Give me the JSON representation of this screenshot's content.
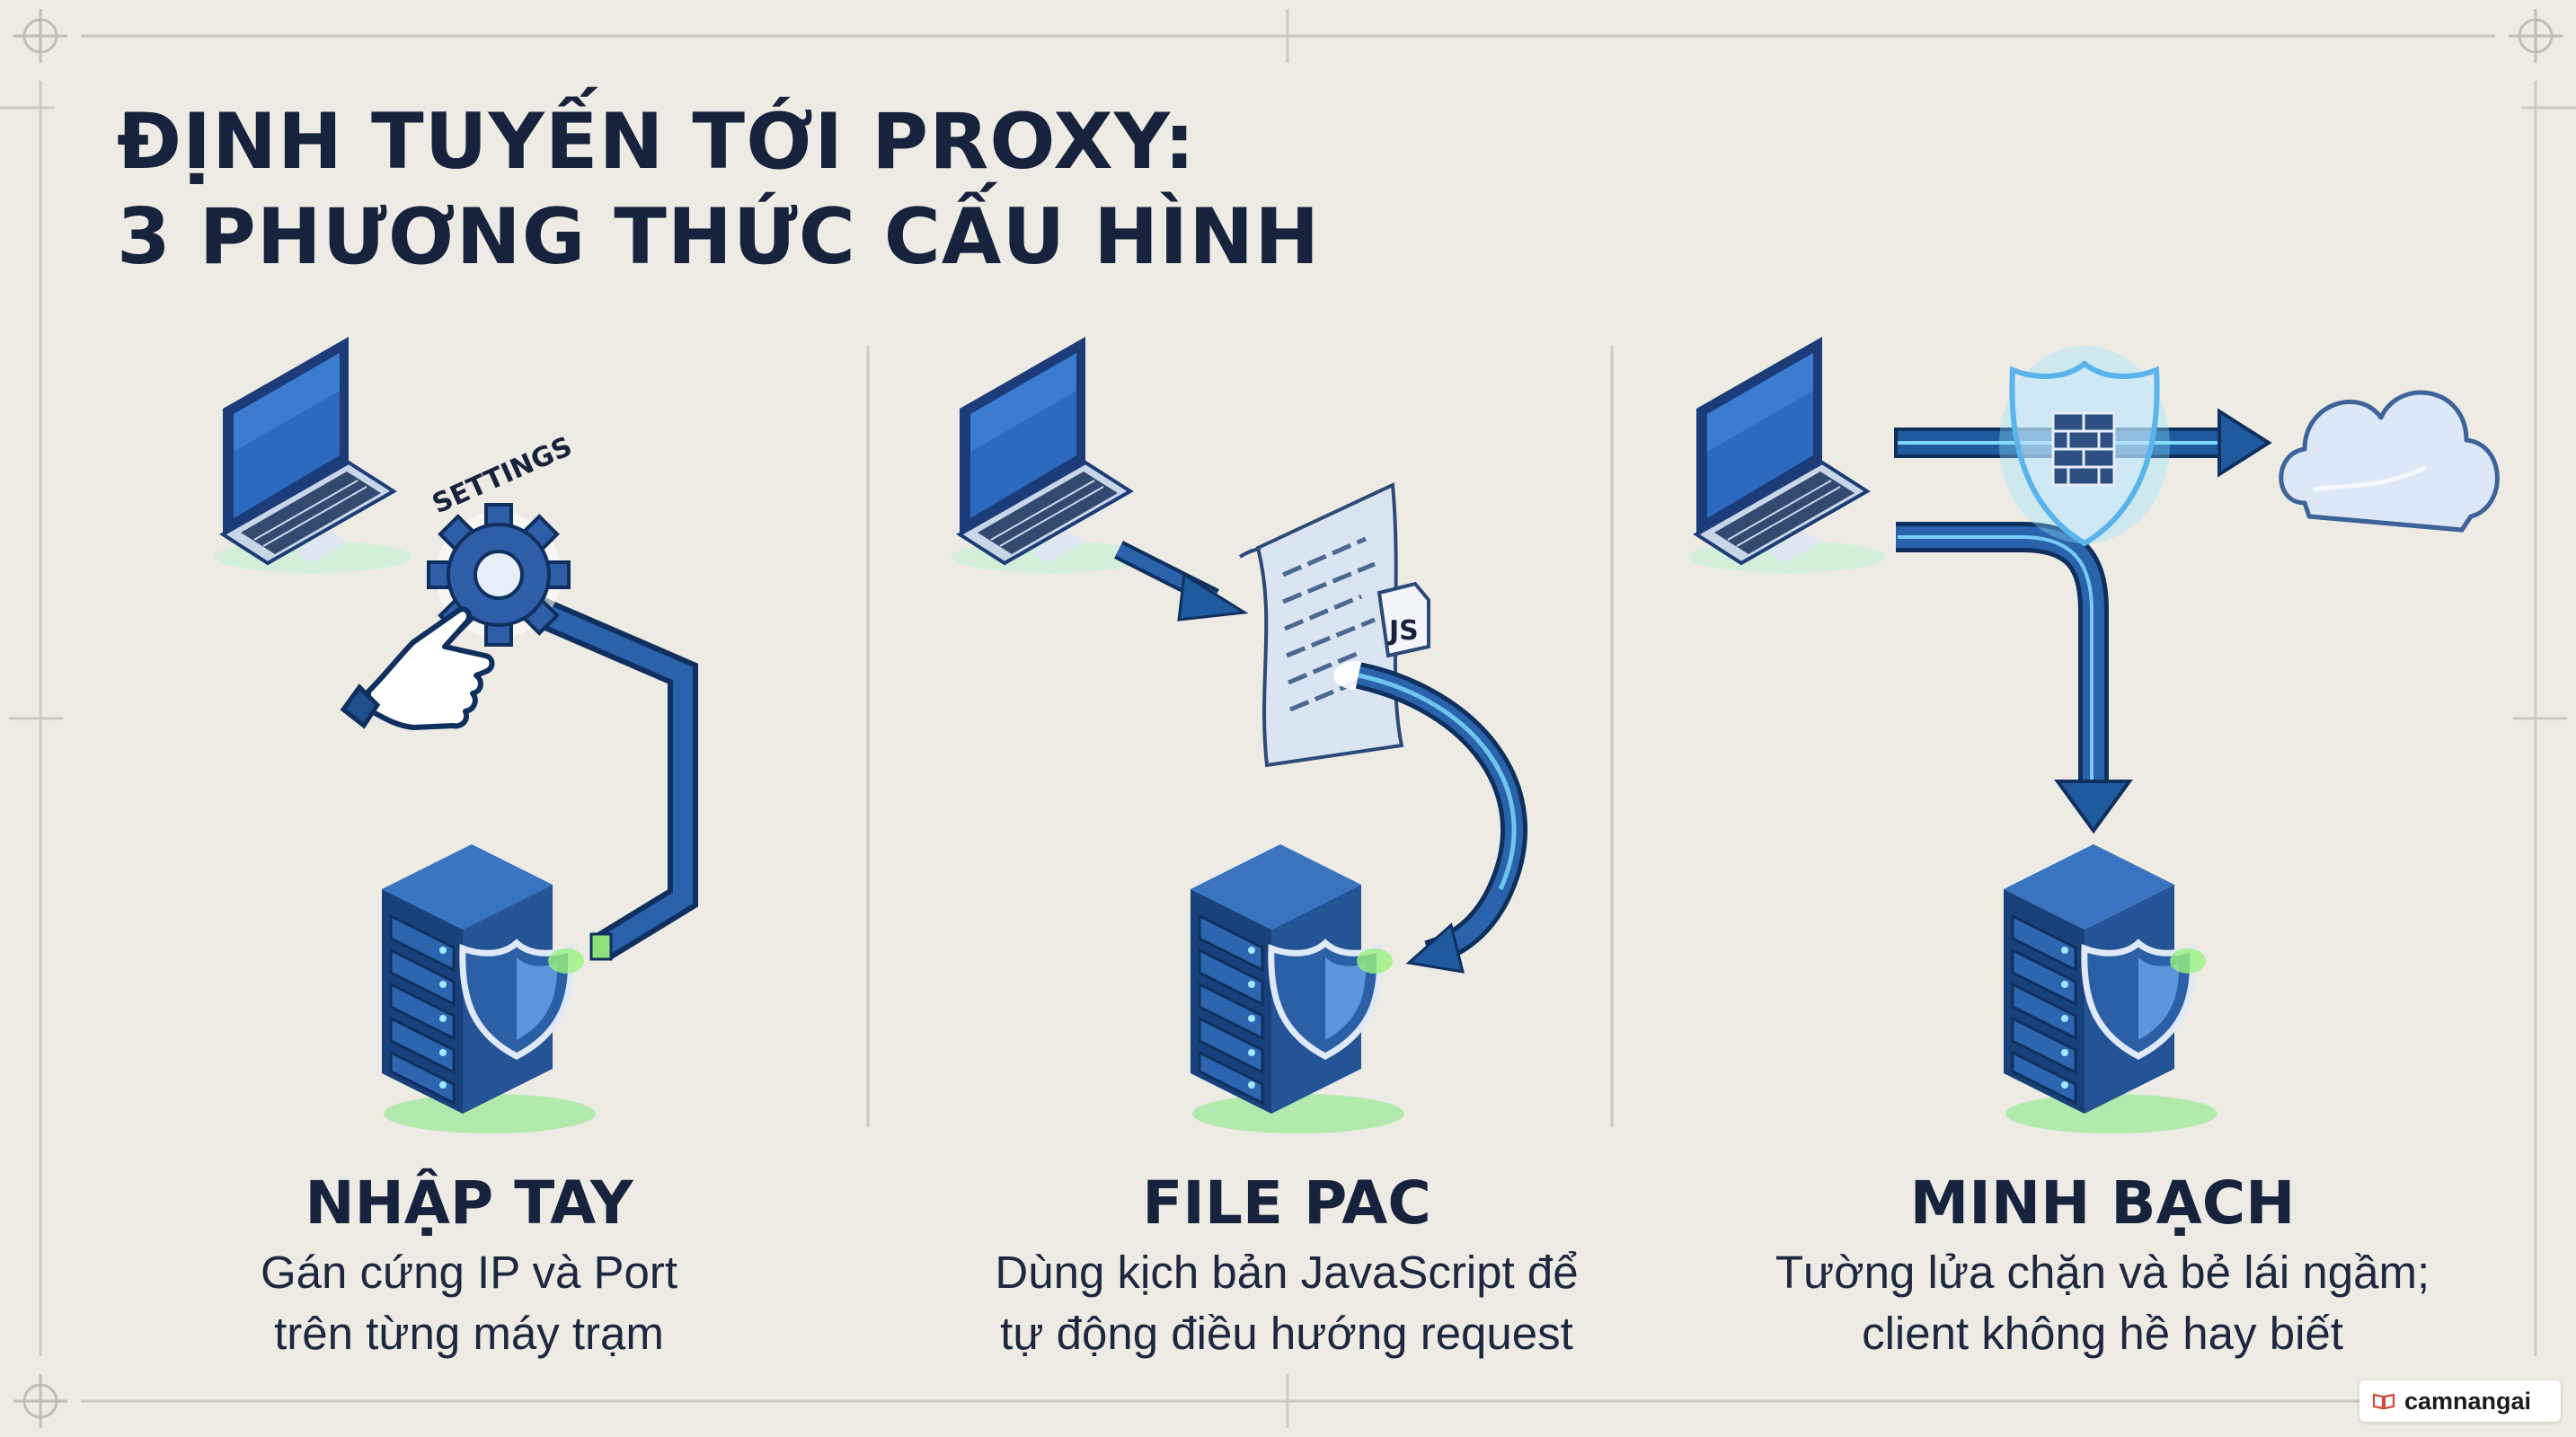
{
  "title": {
    "line1": "ĐỊNH TUYẾN TỚI PROXY:",
    "line2": "3 PHƯƠNG THỨC CẤU HÌNH"
  },
  "sections": [
    {
      "heading": "NHẬP TAY",
      "desc_line1": "Gán cứng IP và Port",
      "desc_line2": "trên từng máy trạm",
      "settings_label": "SETTINGS"
    },
    {
      "heading": "FILE PAC",
      "desc_line1": "Dùng kịch bản JavaScript để",
      "desc_line2": "tự động điều hướng request",
      "file_label": "JS"
    },
    {
      "heading": "MINH BẠCH",
      "desc_line1": "Tường lửa chặn và bẻ lái ngầm;",
      "desc_line2": "client không hề hay biết"
    }
  ],
  "watermark": {
    "text": "camnangai"
  },
  "colors": {
    "background": "#eeebe4",
    "navy": "#17223d",
    "arrow_blue": "#1f5a9e",
    "server_blue": "#1e4f8c",
    "glow_green": "#7ee06b",
    "glow_cyan": "#6fe3ff"
  }
}
